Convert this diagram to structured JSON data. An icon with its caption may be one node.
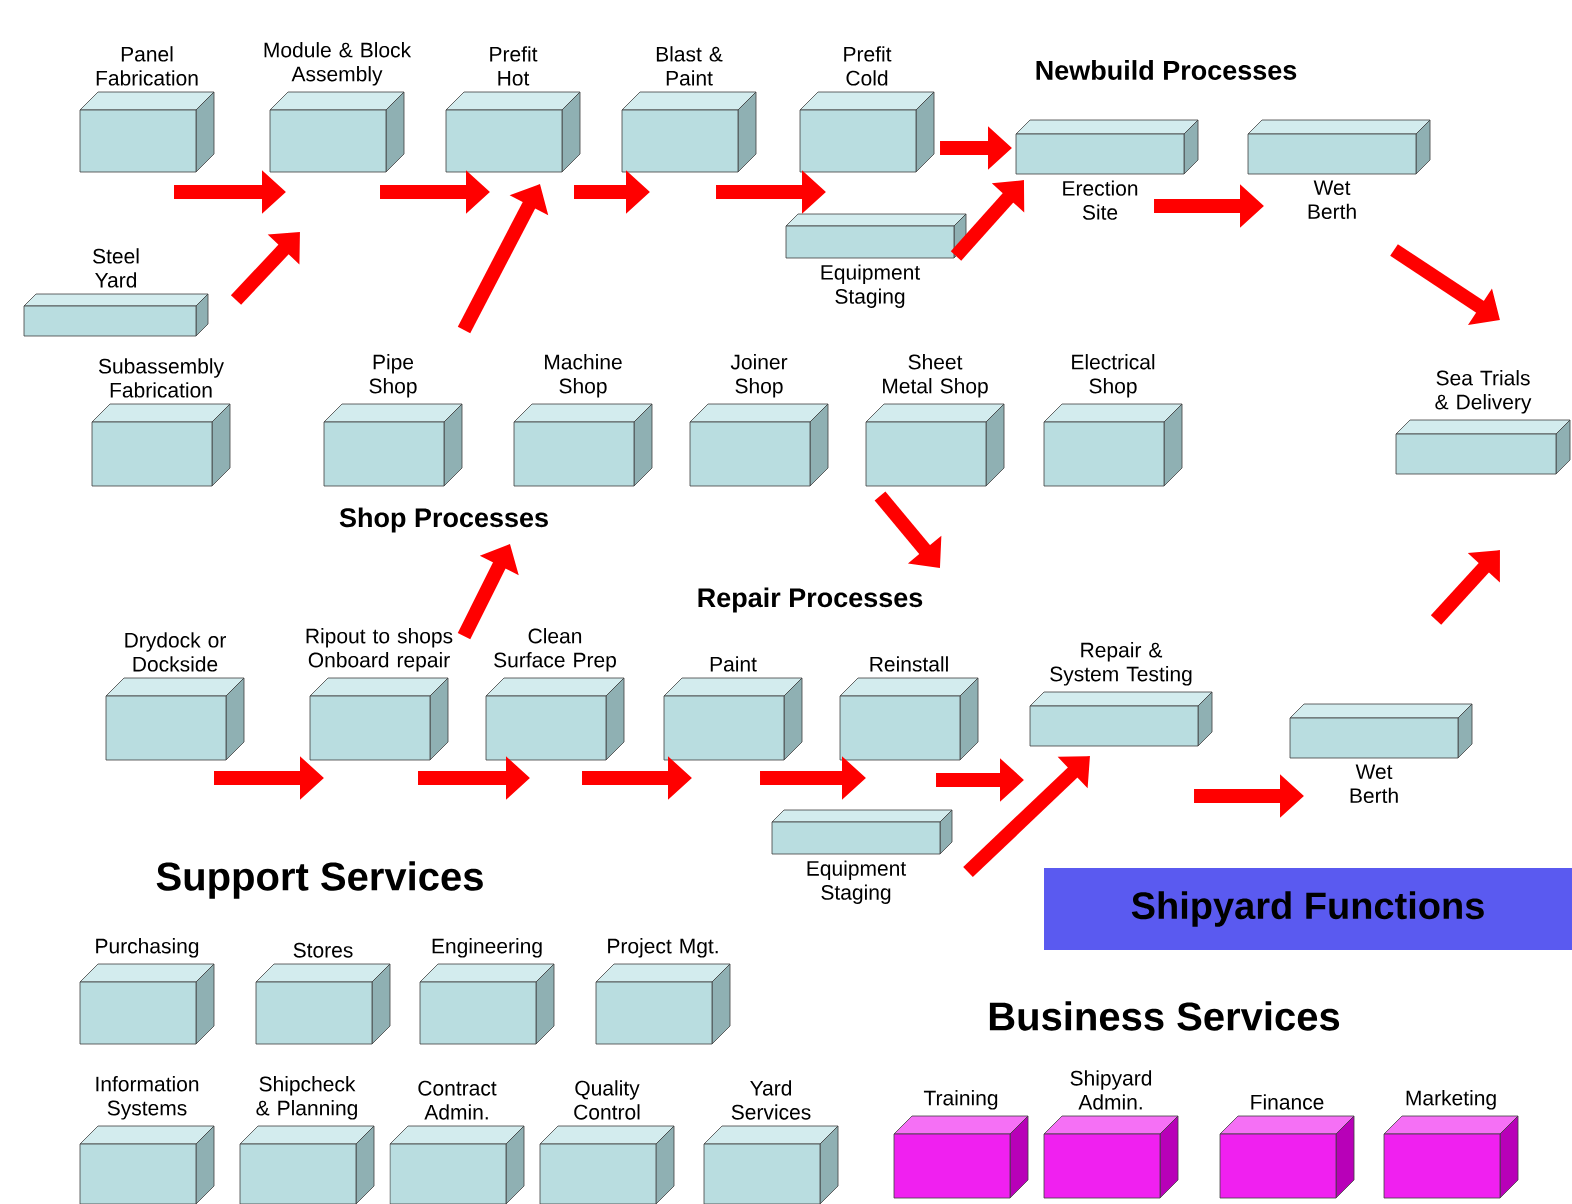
{
  "diagram": {
    "nodes": [
      {
        "text": [
          "Panel Fabrication"
        ]
      },
      {
        "text": [
          "Module & Block Assembly"
        ]
      },
      {
        "text": [
          "Prefit Hot"
        ]
      },
      {
        "text": [
          "Blast & Paint"
        ]
      },
      {
        "text": [
          "Prefit Cold"
        ]
      },
      {
        "text": [
          "Steel Yard"
        ]
      },
      {
        "text": [
          "Equipment Staging"
        ]
      },
      {
        "text": [
          "Erection Site"
        ]
      },
      {
        "text": [
          "Wet Berth"
        ]
      },
      {
        "text": [
          "Sea Trials & Delivery"
        ]
      },
      {
        "text": [
          "Subassembly Fabrication"
        ]
      },
      {
        "text": [
          "Pipe Shop"
        ]
      },
      {
        "text": [
          "Machine Shop"
        ]
      },
      {
        "text": [
          "Joiner Shop"
        ]
      },
      {
        "text": [
          "Sheet Metal Shop"
        ]
      },
      {
        "text": [
          "Electrical Shop"
        ]
      },
      {
        "text": [
          "Drydock or Dockside"
        ]
      },
      {
        "text": [
          "Ripout to shops Onboard repair"
        ]
      },
      {
        "text": [
          "Clean Surface Prep"
        ]
      },
      {
        "text": [
          "Paint"
        ]
      },
      {
        "text": [
          "Reinstall"
        ]
      },
      {
        "text": [
          "Equipment Staging"
        ]
      },
      {
        "text": [
          "Repair & System Testing"
        ]
      },
      {
        "text": [
          "Wet Berth"
        ]
      },
      {
        "text": [
          "Shipyard Functions"
        ]
      },
      {
        "text": [
          "Purchasing"
        ]
      },
      {
        "text": [
          "Stores"
        ]
      },
      {
        "text": [
          "Engineering"
        ]
      },
      {
        "text": [
          "Project Mgt."
        ]
      },
      {
        "text": [
          "Information Systems"
        ]
      },
      {
        "text": [
          "Shipcheck & Planning"
        ]
      },
      {
        "text": [
          "Contract Admin."
        ]
      },
      {
        "text": [
          "Quality Control"
        ]
      },
      {
        "text": [
          "Yard Services"
        ]
      },
      {
        "text": [
          "Training"
        ]
      },
      {
        "text": [
          "Shipyard Admin."
        ]
      },
      {
        "text": [
          "Finance"
        ]
      },
      {
        "text": [
          "Marketing"
        ]
      },
      {
        "text": [
          "Shop Processes"
        ]
      },
      {
        "text": [
          "Repair Processes"
        ]
      }
    ],
    "edges": [
      {
        "from": 0,
        "to": 1,
        "arrow": "to"
      },
      {
        "from": 5,
        "to": 1,
        "arrow": "to"
      },
      {
        "from": 1,
        "to": 2,
        "arrow": "to"
      },
      {
        "from": 2,
        "to": 3,
        "arrow": "to"
      },
      {
        "from": 3,
        "to": 4,
        "arrow": "to"
      },
      {
        "from": 4,
        "to": 7,
        "arrow": "to"
      },
      {
        "from": 11,
        "to": 2,
        "arrow": "to"
      },
      {
        "from": 6,
        "to": 7,
        "arrow": "to"
      },
      {
        "from": 7,
        "to": 8,
        "arrow": "to"
      },
      {
        "from": 8,
        "to": 9,
        "arrow": "to"
      },
      {
        "from": 14,
        "to": 39,
        "arrow": "to"
      },
      {
        "from": 17,
        "to": 38,
        "arrow": "to"
      },
      {
        "from": 16,
        "to": 17,
        "arrow": "to"
      },
      {
        "from": 17,
        "to": 18,
        "arrow": "to"
      },
      {
        "from": 18,
        "to": 19,
        "arrow": "to"
      },
      {
        "from": 19,
        "to": 20,
        "arrow": "to"
      },
      {
        "from": 20,
        "to": 22,
        "arrow": "to"
      },
      {
        "from": 21,
        "to": 22,
        "arrow": "to"
      },
      {
        "from": 22,
        "to": 23,
        "arrow": "to"
      },
      {
        "from": 23,
        "to": 9,
        "arrow": "to"
      }
    ],
    "labels": [
      "Newbuild Processes",
      "Support Services",
      "Business Services"
    ]
  }
}
